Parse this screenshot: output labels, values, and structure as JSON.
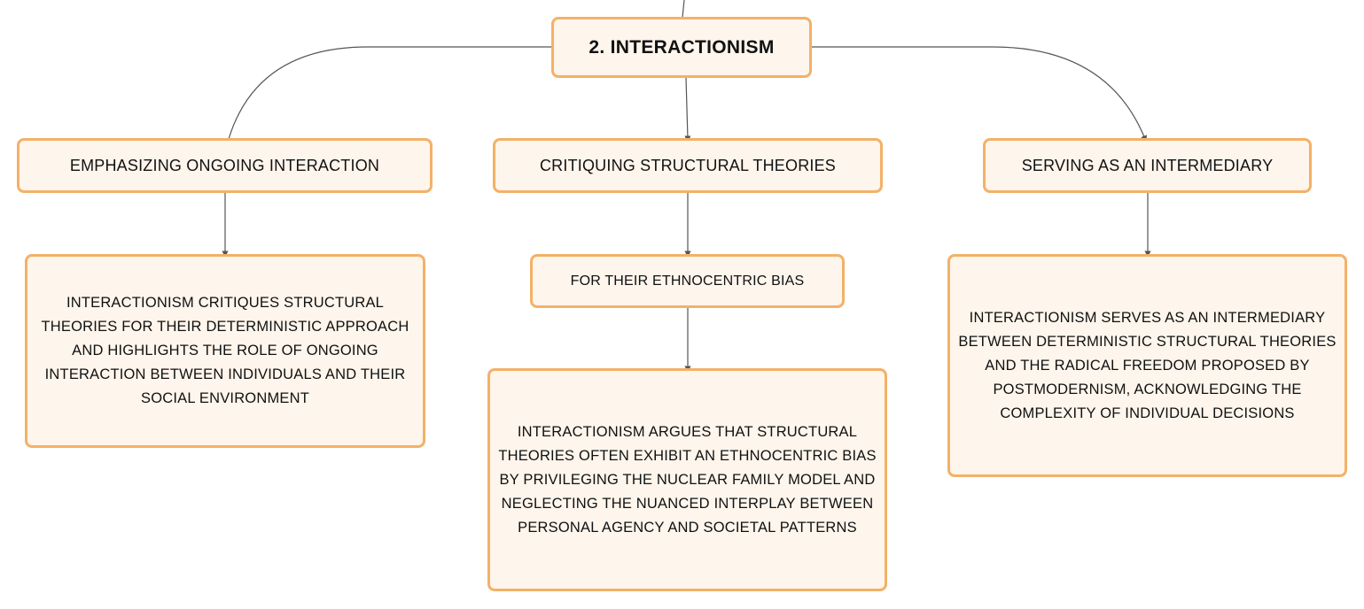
{
  "root": {
    "label": "2. INTERACTIONISM"
  },
  "branches": [
    {
      "label": "EMPHASIZING ONGOING INTERACTION",
      "detail": "INTERACTIONISM CRITIQUES STRUCTURAL THEORIES FOR THEIR DETERMINISTIC APPROACH AND HIGHLIGHTS THE ROLE OF ONGOING INTERACTION BETWEEN INDIVIDUALS AND THEIR SOCIAL ENVIRONMENT"
    },
    {
      "label": "CRITIQUING STRUCTURAL THEORIES",
      "sub": "FOR THEIR ETHNOCENTRIC BIAS",
      "detail": "INTERACTIONISM ARGUES THAT STRUCTURAL THEORIES OFTEN EXHIBIT AN ETHNOCENTRIC BIAS BY PRIVILEGING THE NUCLEAR FAMILY MODEL AND NEGLECTING THE NUANCED INTERPLAY BETWEEN PERSONAL AGENCY AND SOCIETAL PATTERNS"
    },
    {
      "label": "SERVING AS AN INTERMEDIARY",
      "detail": "INTERACTIONISM SERVES AS AN INTERMEDIARY BETWEEN DETERMINISTIC STRUCTURAL THEORIES AND THE RADICAL FREEDOM PROPOSED BY POSTMODERNISM, ACKNOWLEDGING THE COMPLEXITY OF INDIVIDUAL DECISIONS"
    }
  ],
  "colors": {
    "node_fill": "#fef5ec",
    "node_border": "#f3b168",
    "link": "#555555"
  }
}
